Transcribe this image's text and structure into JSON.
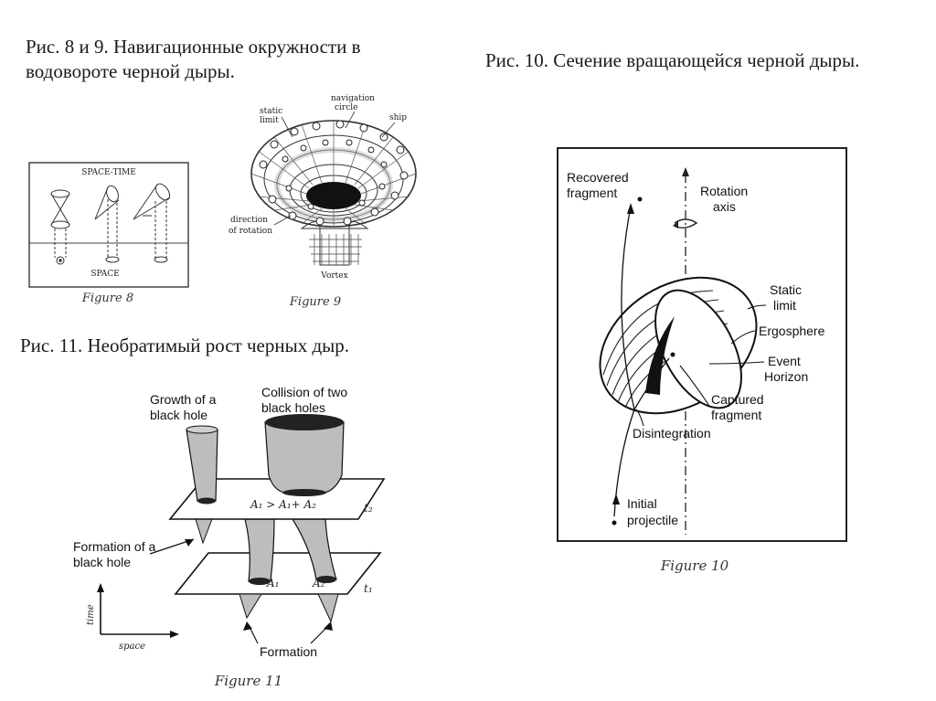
{
  "captions": {
    "fig89": "Рис. 8 и 9. Навигационные окружности в водовороте черной дыры.",
    "fig10": "Рис. 10. Сечение вращающейся черной дыры.",
    "fig11": "Рис. 11. Необратимый рост черных дыр."
  },
  "figure8": {
    "top_label": "SPACE-TIME",
    "bottom_label": "SPACE",
    "caption": "Figure 8"
  },
  "figure9": {
    "labels": {
      "static_limit_1": "static",
      "static_limit_2": "limit",
      "navigation_circle_1": "navigation",
      "navigation_circle_2": "circle",
      "ship": "ship",
      "direction_1": "direction",
      "direction_2": "of rotation",
      "vortex": "Vortex"
    },
    "caption": "Figure 9"
  },
  "figure10": {
    "labels": {
      "recovered_1": "Recovered",
      "recovered_2": "fragment",
      "rotation_1": "Rotation",
      "rotation_2": "axis",
      "static_1": "Static",
      "static_2": "limit",
      "ergosphere": "Ergosphere",
      "event_1": "Event",
      "event_2": "Horizon",
      "captured_1": "Captured",
      "captured_2": "fragment",
      "disintegration": "Disintegration",
      "initial_1": "Initial",
      "initial_2": "projectile"
    },
    "caption": "Figure 10"
  },
  "figure11": {
    "labels": {
      "growth_1": "Growth of a",
      "growth_2": "black hole",
      "collision_1": "Collision of two",
      "collision_2": "black holes",
      "formation_bh_1": "Formation of a",
      "formation_bh_2": "black hole",
      "formation": "Formation",
      "inequality": "A₁ > A₁+ A₂",
      "a1": "A₁",
      "a2": "A₂",
      "t2": "t₂",
      "t1": "t₁",
      "time": "time",
      "space": "space"
    },
    "caption": "Figure 11"
  }
}
